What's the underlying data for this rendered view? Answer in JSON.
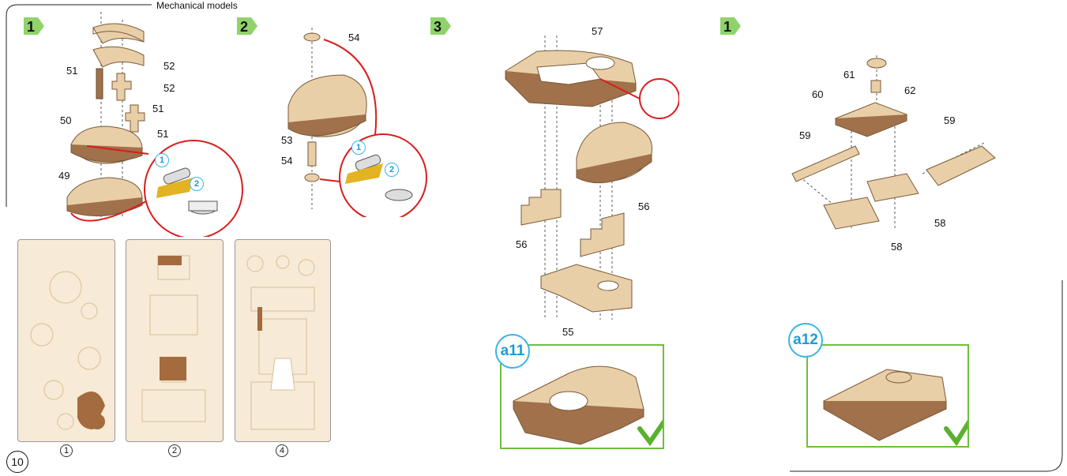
{
  "header": {
    "title": "Mechanical models"
  },
  "page_number": "10",
  "steps": {
    "s1": "1",
    "s2": "2",
    "s3": "3",
    "s4": "1"
  },
  "labels": {
    "step1": [
      "52",
      "52",
      "51",
      "51",
      "51",
      "50",
      "49"
    ],
    "step2": [
      "54",
      "53",
      "54"
    ],
    "step3": [
      "57",
      "56",
      "56",
      "55"
    ],
    "step4": [
      "62",
      "61",
      "60",
      "59",
      "59",
      "58",
      "58"
    ]
  },
  "glue_steps": [
    "1",
    "2"
  ],
  "sheets": [
    "1",
    "2",
    "4"
  ],
  "callouts": {
    "a11": "a11",
    "a12": "a12"
  },
  "colors": {
    "accent_green": "#6fbf3d",
    "badge_blue": "#3ab4e6",
    "arrow_red": "#d81e1e",
    "wood": "#e8cfa8"
  }
}
